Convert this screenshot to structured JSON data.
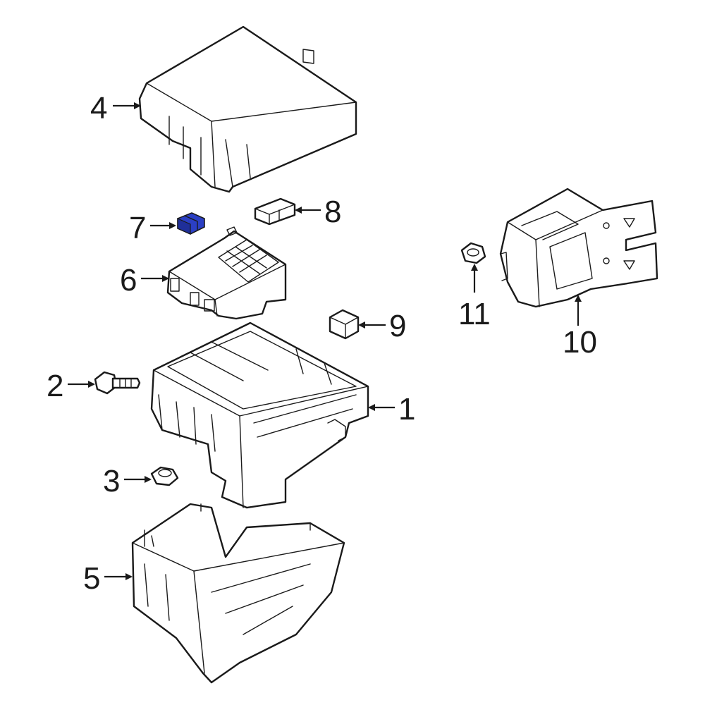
{
  "callouts": [
    {
      "id": "1",
      "label": "1"
    },
    {
      "id": "2",
      "label": "2"
    },
    {
      "id": "3",
      "label": "3"
    },
    {
      "id": "4",
      "label": "4"
    },
    {
      "id": "5",
      "label": "5"
    },
    {
      "id": "6",
      "label": "6"
    },
    {
      "id": "7",
      "label": "7"
    },
    {
      "id": "8",
      "label": "8"
    },
    {
      "id": "9",
      "label": "9"
    },
    {
      "id": "10",
      "label": "10"
    },
    {
      "id": "11",
      "label": "11"
    }
  ],
  "highlight": {
    "part": "7",
    "color": "#2b3fc4"
  },
  "colors": {
    "line": "#1a1a1a",
    "background": "#ffffff"
  }
}
